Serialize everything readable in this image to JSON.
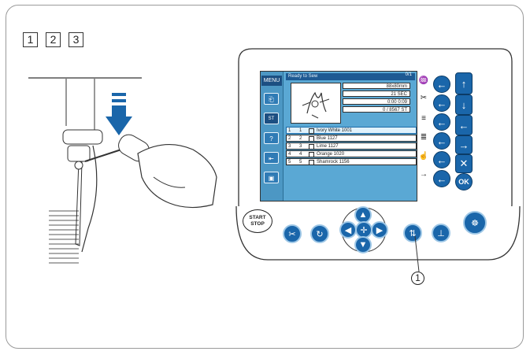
{
  "steps": [
    "1",
    "2",
    "3"
  ],
  "screen": {
    "menu_label": "MENU",
    "title": "Ready to Sew",
    "count": "0/1",
    "side_buttons": [
      {
        "label": "⎗",
        "icon": "copy-icon"
      },
      {
        "label": "ST",
        "icon": "settings-icon"
      },
      {
        "label": "?",
        "icon": "help-icon"
      },
      {
        "label": "⇤",
        "icon": "back-icon"
      },
      {
        "label": "▣",
        "icon": "template-icon"
      }
    ],
    "info": [
      "88x80mm",
      "21 SEC",
      "0:00 0:09",
      "0 / 8567 ST"
    ],
    "rows": [
      {
        "num": "1",
        "mark": "1",
        "text": "Ivory White 1001",
        "selected": true
      },
      {
        "num": "2",
        "mark": "2",
        "text": "Blue 1127",
        "selected": false
      },
      {
        "num": "3",
        "mark": "3",
        "text": "Lime 1127",
        "selected": false
      },
      {
        "num": "4",
        "mark": "4",
        "text": "Orange 1020",
        "selected": false
      },
      {
        "num": "5",
        "mark": "5",
        "text": "Shamrock 1156",
        "selected": false
      }
    ]
  },
  "right_buttons": {
    "ok": "OK",
    "cancel": "✕",
    "up": "↑",
    "down": "↓",
    "left": "←",
    "right": "→"
  },
  "bottom": {
    "start_stop_line1": "START",
    "start_stop_line2": "STOP",
    "callout": "1"
  },
  "colors": {
    "accent": "#1a66aa",
    "screen": "#5aa8d4"
  }
}
